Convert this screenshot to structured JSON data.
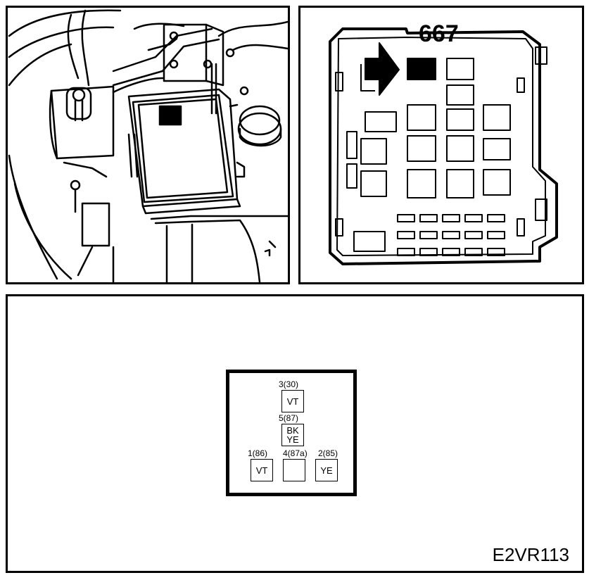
{
  "callout": {
    "component_number": "667"
  },
  "figure_code": "E2VR113",
  "connector": {
    "pins": [
      {
        "label": "3(30)",
        "wire": "VT",
        "wire2": ""
      },
      {
        "label": "5(87)",
        "wire": "BK",
        "wire2": "YE"
      },
      {
        "label": "1(86)",
        "wire": "VT",
        "wire2": ""
      },
      {
        "label": "4(87a)",
        "wire": "",
        "wire2": ""
      },
      {
        "label": "2(85)",
        "wire": "YE",
        "wire2": ""
      }
    ]
  }
}
